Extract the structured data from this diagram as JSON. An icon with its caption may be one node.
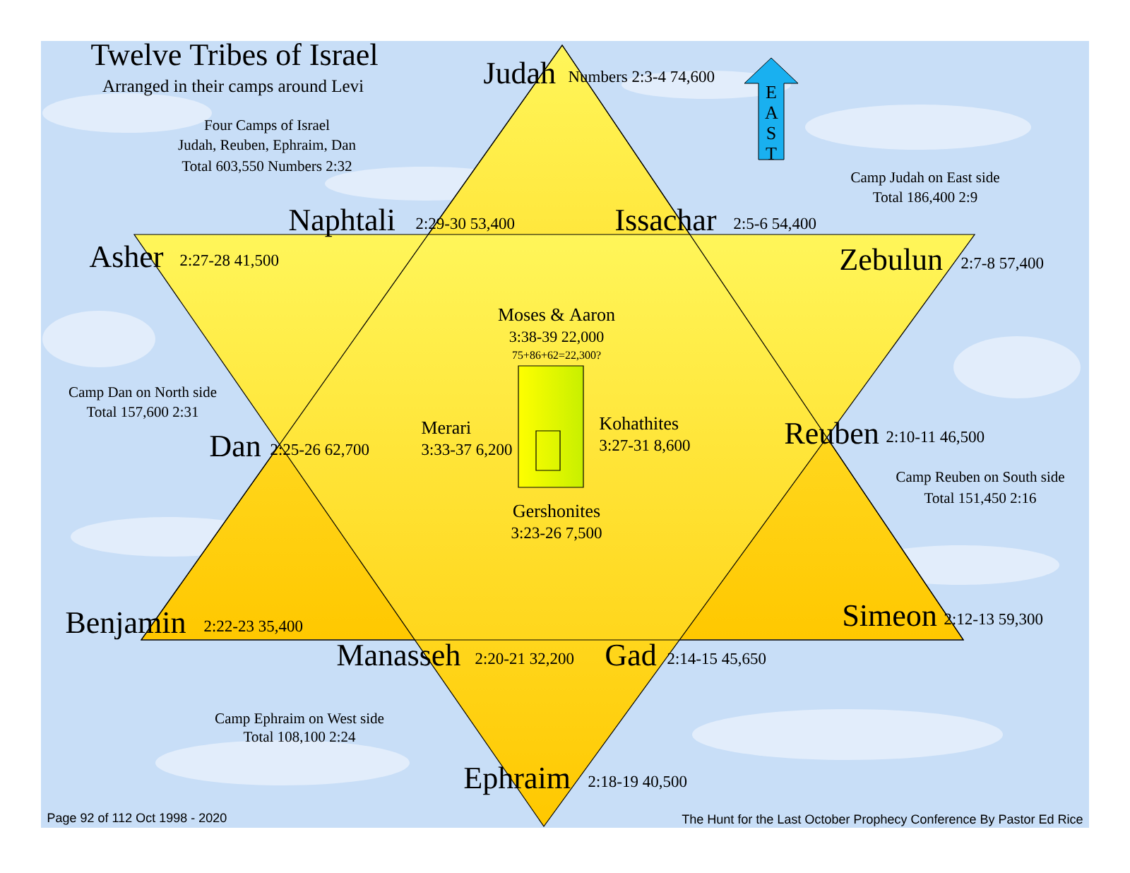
{
  "diagram": {
    "title": "Twelve Tribes of Israel",
    "nodes": [
      {
        "text": [
          "E A S T"
        ]
      },
      {
        "text": [],
        "shape": "box"
      },
      {
        "text": [],
        "shape": "box",
        "in": 1
      }
    ],
    "edges": [],
    "labels": [
      "Arranged in their camps around Levi",
      "Four Camps of Israel",
      "Judah, Reuben, Ephraim, Dan",
      "Total 603,550 Numbers 2:32",
      "Judah",
      "Numbers 2:3-4 74,600",
      "Camp Judah on East side",
      "Total 186,400 2:9",
      "Naphtali",
      "2:29-30 53,400",
      "Issachar",
      "2:5-6 54,400",
      "Asher",
      "2:27-28 41,500",
      "Zebulun",
      "2:7-8 57,400",
      "Moses & Aaron",
      "3:38-39 22,000",
      "75+86+62=22,300?",
      "Camp Dan on North side",
      "Total 157,600 2:31",
      "Merari",
      "3:33-37 6,200",
      "Kohathites",
      "3:27-31 8,600",
      "Dan",
      "2:25-26 62,700",
      "Reuben",
      "2:10-11 46,500",
      "Camp Reuben on South side",
      "Total 151,450 2:16",
      "Gershonites",
      "3:23-26 7,500",
      "Simeon",
      "2:12-13 59,300",
      "Benjamin",
      "2:22-23 35,400",
      "Manasseh",
      "2:20-21 32,200",
      "Gad",
      "2:14-15 45,650",
      "Camp Ephraim on West side",
      "Total 108,100 2:24",
      "Ephraim",
      "2:18-19 40,500",
      "Page 92 of 112 Oct 1998 - 2020",
      "The Hunt for the Last October Prophecy Conference By Pastor Ed Rice"
    ]
  }
}
